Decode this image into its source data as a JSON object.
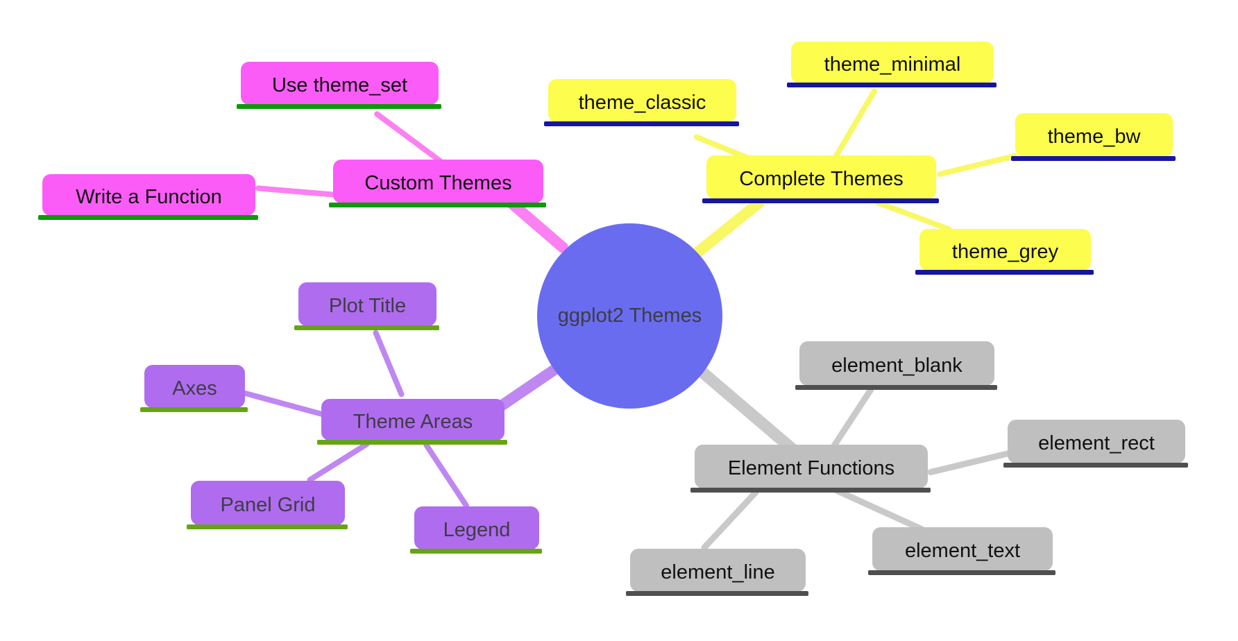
{
  "center": {
    "label": "ggplot2 Themes",
    "color": "#6a6cf0",
    "text_color": "#3c3c46"
  },
  "branches": [
    {
      "id": "custom",
      "label": "Custom Themes",
      "colors": {
        "box": "#fb5cf8",
        "line": "#fb80f2",
        "underline": "#0a9b06",
        "text": "#101010"
      },
      "children": [
        {
          "id": "use_theme_set",
          "label": "Use theme_set"
        },
        {
          "id": "write_function",
          "label": "Write a Function"
        }
      ]
    },
    {
      "id": "complete",
      "label": "Complete Themes",
      "colors": {
        "box": "#fdfd4e",
        "line": "#f8f865",
        "underline": "#16169e",
        "text": "#101010"
      },
      "children": [
        {
          "id": "theme_classic",
          "label": "theme_classic"
        },
        {
          "id": "theme_minimal",
          "label": "theme_minimal"
        },
        {
          "id": "theme_bw",
          "label": "theme_bw"
        },
        {
          "id": "theme_grey",
          "label": "theme_grey"
        }
      ]
    },
    {
      "id": "areas",
      "label": "Theme Areas",
      "colors": {
        "box": "#b06cee",
        "line": "#be87f2",
        "underline": "#66a416",
        "text": "#3d3d46"
      },
      "children": [
        {
          "id": "plot_title",
          "label": "Plot Title"
        },
        {
          "id": "axes",
          "label": "Axes"
        },
        {
          "id": "panel_grid",
          "label": "Panel Grid"
        },
        {
          "id": "legend",
          "label": "Legend"
        }
      ]
    },
    {
      "id": "elements",
      "label": "Element Functions",
      "colors": {
        "box": "#bfbfbf",
        "line": "#c9c9c9",
        "underline": "#4f4f4f",
        "text": "#101010"
      },
      "children": [
        {
          "id": "element_blank",
          "label": "element_blank"
        },
        {
          "id": "element_rect",
          "label": "element_rect"
        },
        {
          "id": "element_text",
          "label": "element_text"
        },
        {
          "id": "element_line",
          "label": "element_line"
        }
      ]
    }
  ]
}
